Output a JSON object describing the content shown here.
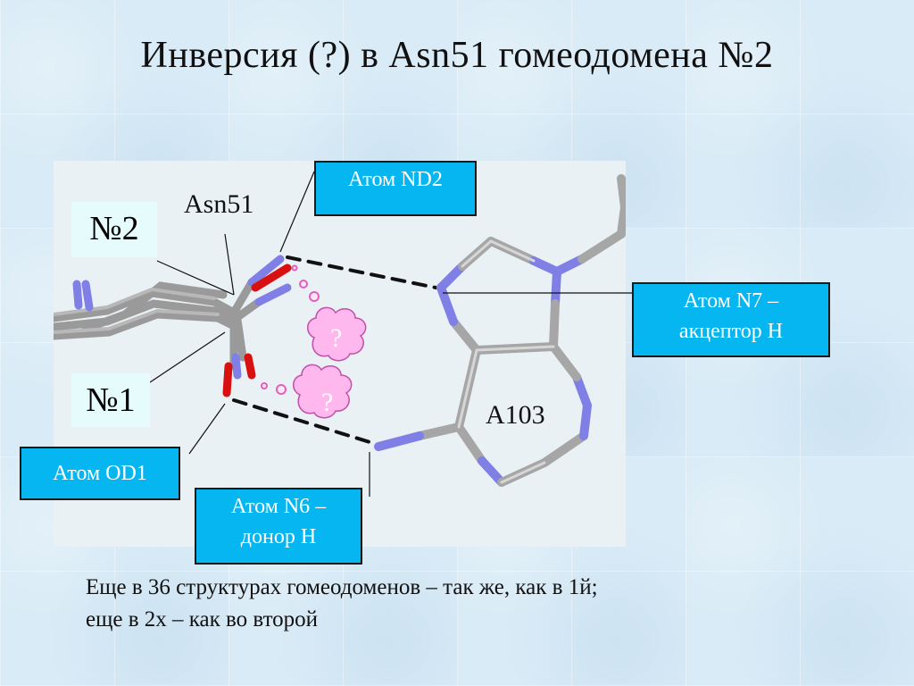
{
  "title": "Инверсия (?) в Asn51 гомеодомена №2",
  "residue_label": "Asn51",
  "nucleotide_label": "A103",
  "conformers": {
    "second": "№2",
    "first": "№1"
  },
  "callouts": {
    "nd2": "Атом ND2",
    "n7_line1": "Атом N7 –",
    "n7_line2": "акцептор Н",
    "od1": "Атом OD1",
    "n6_line1": "Атом N6 –",
    "n6_line2": "донор Н"
  },
  "question_mark": "?",
  "note": {
    "line1": "Еще в 36 структурах гомеодоменов  – так же, как в 1й;",
    "line2": "еще в 2х – как во второй"
  },
  "colors": {
    "carbon": "#a6a6a6",
    "nitrogen": "#7f7fe6",
    "oxygen": "#d81010",
    "callout_fill": "#06b6f0",
    "cloud_fill": "#ffb8ee"
  }
}
